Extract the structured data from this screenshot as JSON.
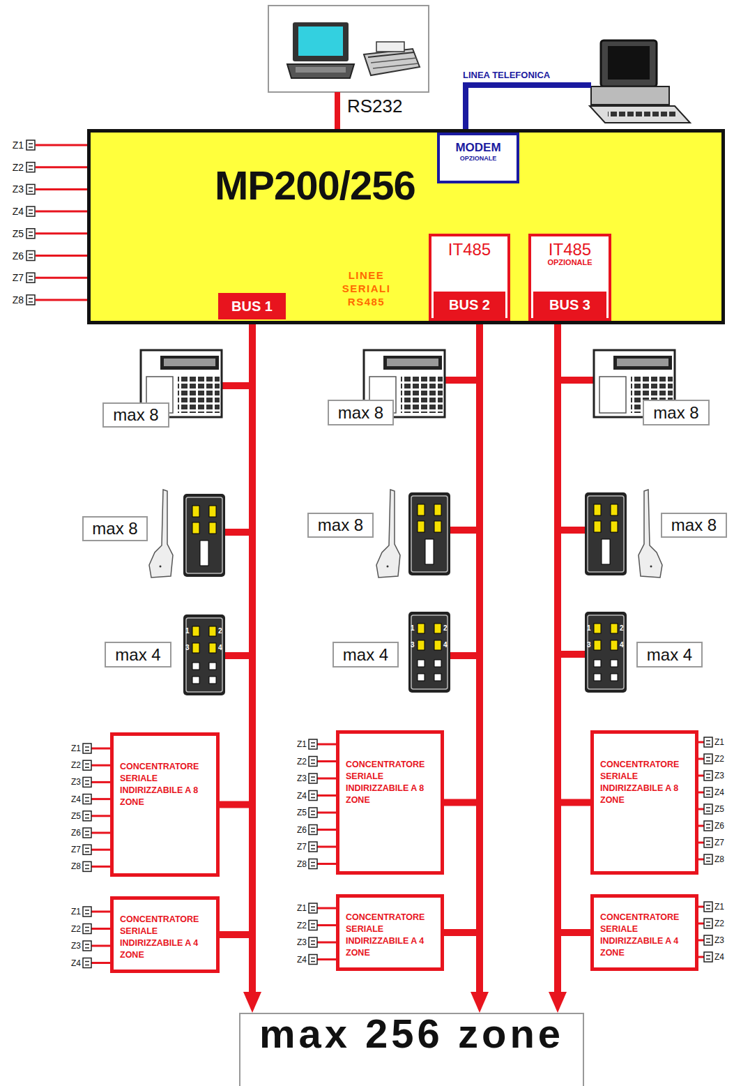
{
  "diagram": {
    "nodes": [
      {
        "text": [
          "MP200/256"
        ]
      },
      {
        "text": [
          "MODEM",
          "OPZIONALE"
        ],
        "in": 0
      },
      {
        "text": [
          "IT485"
        ],
        "in": 0
      },
      {
        "text": [
          "IT485",
          "OPZIONALE"
        ],
        "in": 0
      },
      {
        "text": [
          "BUS 1"
        ],
        "in": 0
      },
      {
        "text": [
          "BUS 2"
        ],
        "in": 2
      },
      {
        "text": [
          "BUS 3"
        ],
        "in": 3
      },
      {
        "text": [
          "max 8"
        ]
      },
      {
        "text": [
          "max 8"
        ]
      },
      {
        "text": [
          "max 8"
        ]
      },
      {
        "text": [
          "max 8"
        ]
      },
      {
        "text": [
          "max 8"
        ]
      },
      {
        "text": [
          "max 8"
        ]
      },
      {
        "text": [
          "max 4"
        ]
      },
      {
        "text": [
          "max 4"
        ]
      },
      {
        "text": [
          "max 4"
        ]
      },
      {
        "text": [
          "CONCENTRATORE SERIALE INDIRIZZABILE A 8 ZONE"
        ]
      },
      {
        "text": [
          "CONCENTRATORE SERIALE INDIRIZZABILE A 8 ZONE"
        ]
      },
      {
        "text": [
          "CONCENTRATORE SERIALE INDIRIZZABILE A 8 ZONE"
        ]
      },
      {
        "text": [
          "CONCENTRATORE SERIALE INDIRIZZABILE A 4 ZONE"
        ]
      },
      {
        "text": [
          "CONCENTRATORE SERIALE INDIRIZZABILE A 4 ZONE"
        ]
      },
      {
        "text": [
          "CONCENTRATORE SERIALE INDIRIZZABILE A 4 ZONE"
        ]
      },
      {
        "text": [
          "max 256 zone"
        ]
      }
    ],
    "edges": [
      {
        "from": 4,
        "to": 22,
        "arrow": "to"
      },
      {
        "from": 5,
        "to": 22,
        "arrow": "to"
      },
      {
        "from": 6,
        "to": 22,
        "arrow": "to"
      },
      {
        "from": 4,
        "to": 16,
        "arrow": "none"
      },
      {
        "from": 4,
        "to": 19,
        "arrow": "none"
      },
      {
        "from": 5,
        "to": 17,
        "arrow": "none"
      },
      {
        "from": 5,
        "to": 20,
        "arrow": "none"
      },
      {
        "from": 6,
        "to": 18,
        "arrow": "none"
      },
      {
        "from": 6,
        "to": 21,
        "arrow": "none"
      }
    ],
    "labels": [
      "RS232",
      "LINEA TELEFONICA",
      "LINEE SERIALI RS485",
      "Z1",
      "Z2",
      "Z3",
      "Z4",
      "Z5",
      "Z6",
      "Z7",
      "Z8",
      "Z1",
      "Z2",
      "Z3",
      "Z4",
      "Z5",
      "Z6",
      "Z7",
      "Z8",
      "Z1",
      "Z2",
      "Z3",
      "Z4",
      "Z5",
      "Z6",
      "Z7",
      "Z8",
      "Z1",
      "Z2",
      "Z3",
      "Z4",
      "Z5",
      "Z6",
      "Z7",
      "Z8",
      "Z1",
      "Z2",
      "Z3",
      "Z4",
      "Z1",
      "Z2",
      "Z3",
      "Z4",
      "Z1",
      "Z2",
      "Z3",
      "Z4",
      "1",
      "2",
      "3",
      "4",
      "1",
      "2",
      "3",
      "4",
      "1",
      "2",
      "3",
      "4"
    ]
  }
}
